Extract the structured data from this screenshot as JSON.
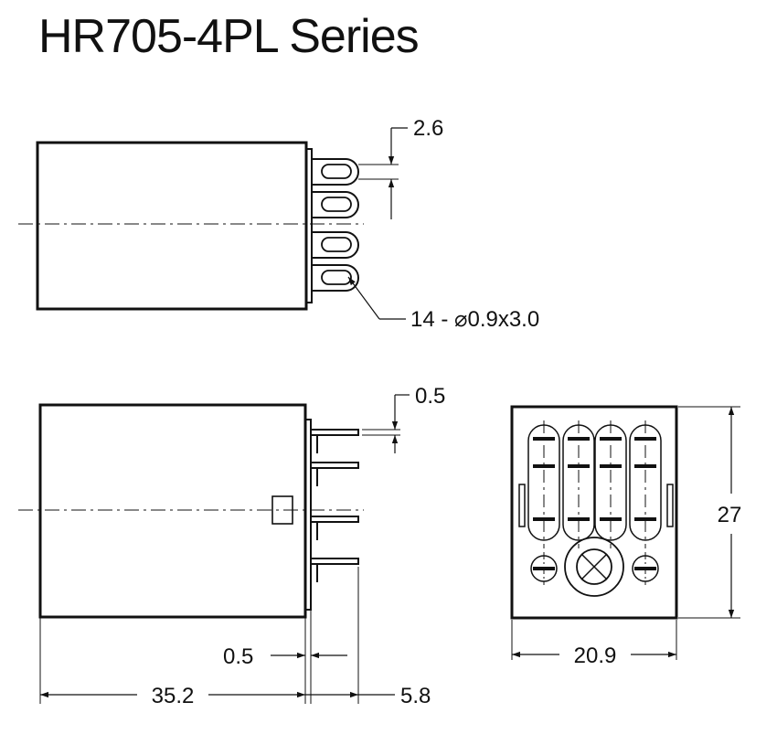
{
  "title": "HR705-4PL Series",
  "dimensions": {
    "pin_pitch": "2.6",
    "pin_spec": "14 - ⌀0.9x3.0",
    "pin_thickness": "0.5",
    "height": "27",
    "width": "20.9",
    "base_gap": "0.5",
    "body_length": "35.2",
    "pin_length": "5.8"
  },
  "colors": {
    "line": "#111111",
    "background": "#ffffff"
  }
}
